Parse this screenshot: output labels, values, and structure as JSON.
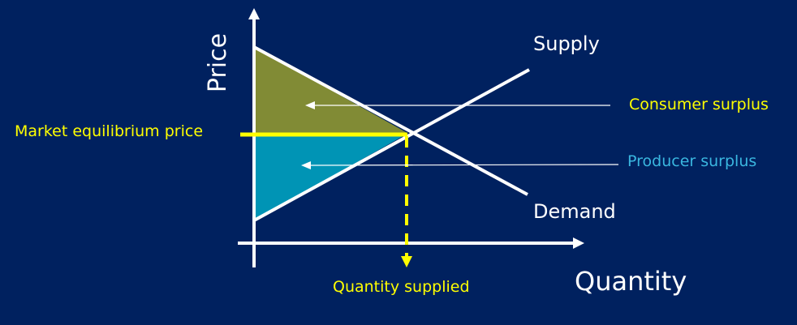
{
  "axes": {
    "y_label": "Price",
    "x_label": "Quantity"
  },
  "curves": {
    "supply": "Supply",
    "demand": "Demand"
  },
  "annotations": {
    "equilibrium_price": "Market equilibrium price",
    "quantity_supplied": "Quantity supplied",
    "consumer_surplus": "Consumer surplus",
    "producer_surplus": "Producer surplus"
  },
  "colors": {
    "background": "#00215f",
    "consumer_surplus": "#818b35",
    "producer_surplus": "#0094b5",
    "highlight": "#ffff00",
    "producer_label": "#3ab7e0"
  }
}
